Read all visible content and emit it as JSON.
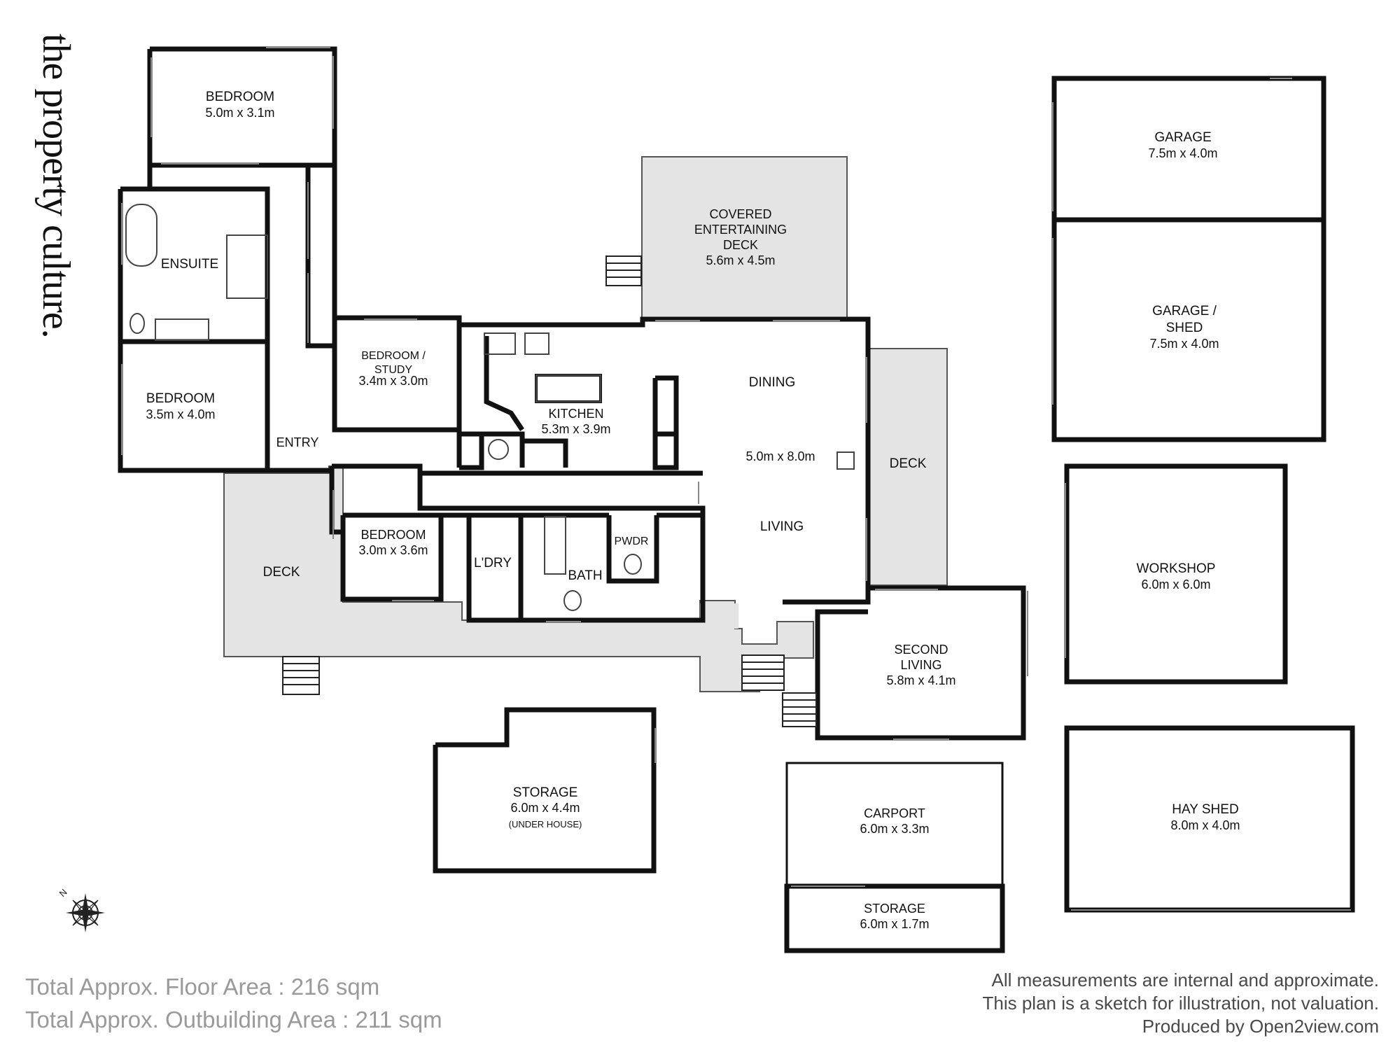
{
  "brand": {
    "name": "the property culture."
  },
  "rooms": [
    {
      "id": "bedroom-1",
      "name": "BEDROOM",
      "dims": "5.0m x 3.1m"
    },
    {
      "id": "ensuite",
      "name": "ENSUITE",
      "dims": ""
    },
    {
      "id": "bedroom-2",
      "name": "BEDROOM",
      "dims": "3.5m x 4.0m"
    },
    {
      "id": "entry",
      "name": "ENTRY",
      "dims": ""
    },
    {
      "id": "bedroom-study",
      "name": "BEDROOM /",
      "name2": "STUDY",
      "dims": "3.4m x 3.0m"
    },
    {
      "id": "kitchen",
      "name": "KITCHEN",
      "dims": "5.3m x 3.9m"
    },
    {
      "id": "covered-deck",
      "name": "COVERED",
      "name2": "ENTERTAINING",
      "name3": "DECK",
      "dims": "5.6m x 4.5m"
    },
    {
      "id": "dining",
      "name": "DINING",
      "dims": ""
    },
    {
      "id": "living-dims",
      "name": "",
      "dims": "5.0m x 8.0m"
    },
    {
      "id": "living",
      "name": "LIVING",
      "dims": ""
    },
    {
      "id": "deck-east",
      "name": "DECK",
      "dims": ""
    },
    {
      "id": "deck-west",
      "name": "DECK",
      "dims": ""
    },
    {
      "id": "bedroom-3",
      "name": "BEDROOM",
      "dims": "3.0m x 3.6m"
    },
    {
      "id": "laundry",
      "name": "L'DRY",
      "dims": ""
    },
    {
      "id": "bath",
      "name": "BATH",
      "dims": ""
    },
    {
      "id": "powder",
      "name": "PWDR",
      "dims": ""
    },
    {
      "id": "second-living",
      "name": "SECOND",
      "name2": "LIVING",
      "dims": "5.8m x 4.1m"
    },
    {
      "id": "storage-under",
      "name": "STORAGE",
      "dims": "6.0m x 4.4m",
      "note": "(UNDER HOUSE)"
    },
    {
      "id": "carport",
      "name": "CARPORT",
      "dims": "6.0m x 3.3m"
    },
    {
      "id": "storage-carport",
      "name": "STORAGE",
      "dims": "6.0m x 1.7m"
    },
    {
      "id": "garage",
      "name": "GARAGE",
      "dims": "7.5m x 4.0m"
    },
    {
      "id": "garage-shed",
      "name": "GARAGE /",
      "name2": "SHED",
      "dims": "7.5m x 4.0m"
    },
    {
      "id": "workshop",
      "name": "WORKSHOP",
      "dims": "6.0m x 6.0m"
    },
    {
      "id": "hay-shed",
      "name": "HAY SHED",
      "dims": "8.0m x 4.0m"
    }
  ],
  "footer": {
    "floor_area": "Total Approx. Floor Area : 216 sqm",
    "outbuilding_area": "Total Approx. Outbuilding Area : 211 sqm",
    "disclaimer_1": "All measurements are internal and approximate.",
    "disclaimer_2": "This plan is a sketch for illustration, not valuation.",
    "produced_by": "Produced by Open2view.com"
  },
  "compass": {
    "label": "N",
    "icon": "compass-rose-icon"
  },
  "colors": {
    "wall": "#111111",
    "deck_fill": "#e4e4e4",
    "area_text": "#9a9a9a",
    "disclaimer_text": "#4a4a4a"
  }
}
